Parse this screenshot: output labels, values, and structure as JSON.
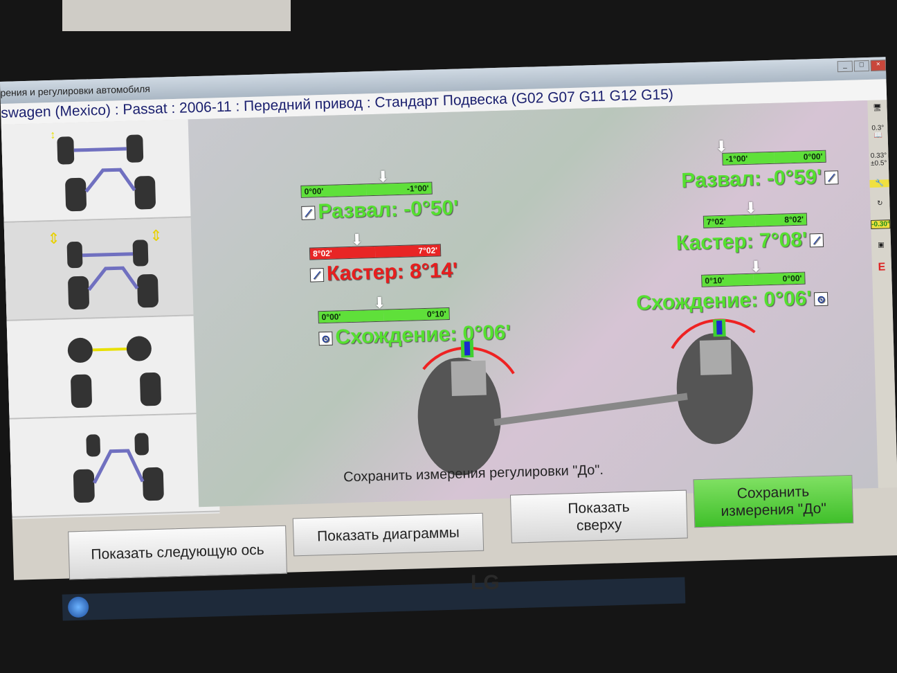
{
  "window": {
    "title": "рения и регулировки автомобиля",
    "min": "_",
    "max": "□",
    "close": "×"
  },
  "header": {
    "vehicle": "swagen (Mexico) : Passat : 2006-11 : Передний привод : Стандарт Подвеска (G02 G07 G11 G12 G15)"
  },
  "left": {
    "camber": {
      "min": "0°00'",
      "max": "-1°00'",
      "label": "Развал: -0°50'"
    },
    "caster": {
      "min": "8°02'",
      "max": "7°02'",
      "label": "Кастер: 8°14'"
    },
    "toe": {
      "min": "0°00'",
      "max": "0°10'",
      "label": "Схождение: 0°06'"
    }
  },
  "right": {
    "camber": {
      "min": "-1°00'",
      "max": "0°00'",
      "label": "Развал: -0°59'"
    },
    "caster": {
      "min": "7°02'",
      "max": "8°02'",
      "label": "Кастер: 7°08'"
    },
    "toe": {
      "min": "0°10'",
      "max": "0°00'",
      "label": "Схождение: 0°06'"
    }
  },
  "toolbar": {
    "v1": "0.3°",
    "v2": "0.33°",
    "v3": "±0.5°",
    "v4": "-0.30°"
  },
  "status": "Сохранить измерения регулировки \"До\".",
  "buttons": {
    "next_axle": "Показать следующую ось",
    "diagrams": "Показать диаграммы",
    "top_view": "Показать сверху",
    "save_before": "Сохранить измерения \"До\""
  },
  "monitor_brand": "LG",
  "colors": {
    "ok": "#5fe03a",
    "bad": "#e82525"
  }
}
